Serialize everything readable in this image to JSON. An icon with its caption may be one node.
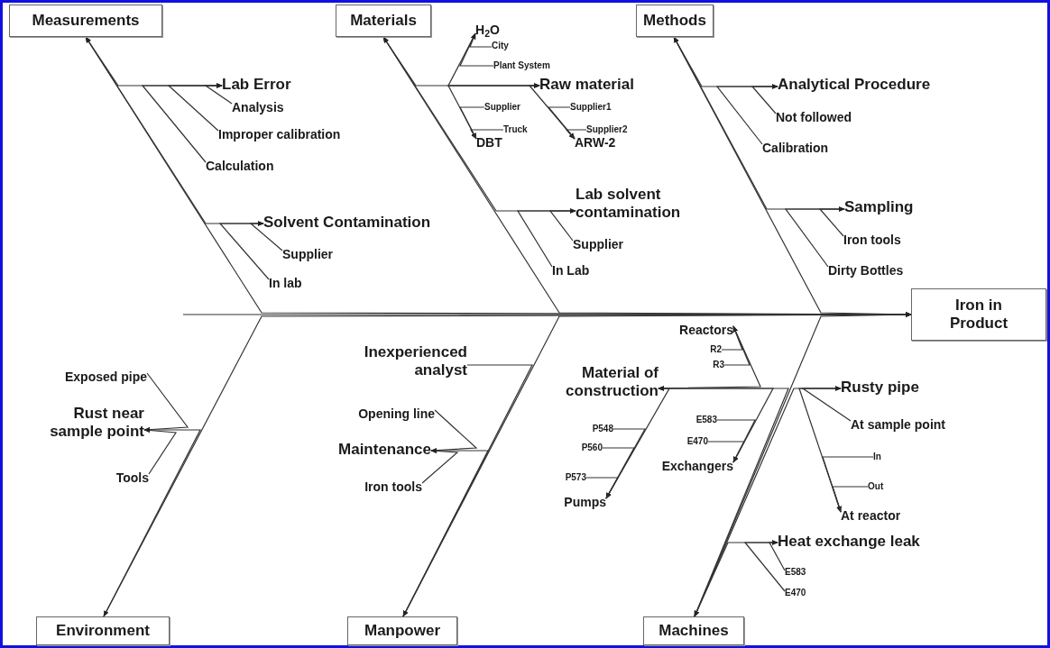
{
  "diagram": {
    "nodes": [
      {
        "text": [
          "Measurements"
        ]
      },
      {
        "text": [
          "Materials"
        ]
      },
      {
        "text": [
          "Methods"
        ]
      },
      {
        "text": [
          "Lab Error"
        ]
      },
      {
        "text": [
          "Analysis"
        ]
      },
      {
        "text": [
          "Improper calibration"
        ]
      },
      {
        "text": [
          "Calculation"
        ]
      },
      {
        "text": [
          "Solvent Contamination"
        ]
      },
      {
        "text": [
          "Supplier"
        ]
      },
      {
        "text": [
          "In lab"
        ]
      },
      {
        "text": [
          "H$_{2}$O"
        ]
      },
      {
        "text": [
          "City"
        ]
      },
      {
        "text": [
          "Plant System"
        ]
      },
      {
        "text": [
          "Raw material"
        ]
      },
      {
        "text": [
          "Supplier"
        ]
      },
      {
        "text": [
          "Supplier1"
        ]
      },
      {
        "text": [
          "Truck"
        ]
      },
      {
        "text": [
          "Supplier2"
        ]
      },
      {
        "text": [
          "DBT"
        ]
      },
      {
        "text": [
          "ARW-2"
        ]
      },
      {
        "text": [
          "Lab solvent contamination"
        ]
      },
      {
        "text": [
          "Supplier"
        ]
      },
      {
        "text": [
          "In Lab"
        ]
      },
      {
        "text": [
          "Analytical Procedure"
        ]
      },
      {
        "text": [
          "Not followed"
        ]
      },
      {
        "text": [
          "Calibration"
        ]
      },
      {
        "text": [
          "Sampling"
        ]
      },
      {
        "text": [
          "Iron tools"
        ]
      },
      {
        "text": [
          "Dirty Bottles"
        ]
      },
      {
        "text": [
          "Iron in Product"
        ]
      },
      {
        "text": [
          "Reactors"
        ]
      },
      {
        "text": [
          "R2"
        ]
      },
      {
        "text": [
          "R3"
        ]
      },
      {
        "text": [
          "Inexperienced analyst"
        ]
      },
      {
        "text": [
          "Material of construction"
        ]
      },
      {
        "text": [
          "Rusty pipe"
        ]
      },
      {
        "text": [
          "Exposed pipe"
        ]
      },
      {
        "text": [
          "Rust near sample point"
        ]
      },
      {
        "text": [
          "E583"
        ]
      },
      {
        "text": [
          "E470"
        ]
      },
      {
        "text": [
          "At sample point"
        ]
      },
      {
        "text": [
          "Opening line"
        ]
      },
      {
        "text": [
          "P548"
        ]
      },
      {
        "text": [
          "Maintenance"
        ]
      },
      {
        "text": [
          "In"
        ]
      },
      {
        "text": [
          "P560"
        ]
      },
      {
        "text": [
          "Exchangers"
        ]
      },
      {
        "text": [
          "Tools"
        ]
      },
      {
        "text": [
          "P573"
        ]
      },
      {
        "text": [
          "Out"
        ]
      },
      {
        "text": [
          "Iron tools"
        ]
      },
      {
        "text": [
          "At reactor"
        ]
      },
      {
        "text": [
          "Pumps"
        ]
      },
      {
        "text": [
          "Heat exchange leak"
        ]
      },
      {
        "text": [
          "E583"
        ]
      },
      {
        "text": [
          "E470"
        ]
      },
      {
        "text": [
          "Environment"
        ]
      },
      {
        "text": [
          "Manpower"
        ]
      },
      {
        "text": [
          "Machines"
        ]
      }
    ],
    "edges": [
      {
        "from": null,
        "to": 29,
        "arrow": "to"
      },
      {
        "from": 0,
        "to": 29,
        "arrow": "to"
      },
      {
        "from": 1,
        "to": 29,
        "arrow": "to"
      },
      {
        "from": 2,
        "to": 29,
        "arrow": "to"
      },
      {
        "from": 56,
        "to": 29,
        "arrow": "to"
      },
      {
        "from": 57,
        "to": 29,
        "arrow": "to"
      },
      {
        "from": 58,
        "to": 29,
        "arrow": "to"
      },
      {
        "from": 3,
        "to": 0,
        "arrow": "to"
      },
      {
        "from": 4,
        "to": 3,
        "arrow": "to"
      },
      {
        "from": 5,
        "to": 3,
        "arrow": "to"
      },
      {
        "from": 6,
        "to": 3,
        "arrow": "to"
      },
      {
        "from": 7,
        "to": 0,
        "arrow": "to"
      },
      {
        "from": 8,
        "to": 7,
        "arrow": "to"
      },
      {
        "from": 9,
        "to": 7,
        "arrow": "to"
      },
      {
        "from": 10,
        "to": 13,
        "arrow": "to"
      },
      {
        "from": 11,
        "to": 10,
        "arrow": "to"
      },
      {
        "from": 12,
        "to": 10,
        "arrow": "to"
      },
      {
        "from": 13,
        "to": 1,
        "arrow": "to"
      },
      {
        "from": 14,
        "to": 18,
        "arrow": "to"
      },
      {
        "from": 15,
        "to": 19,
        "arrow": "to"
      },
      {
        "from": 16,
        "to": 18,
        "arrow": "to"
      },
      {
        "from": 17,
        "to": 19,
        "arrow": "to"
      },
      {
        "from": 18,
        "to": 13,
        "arrow": "to"
      },
      {
        "from": 19,
        "to": 13,
        "arrow": "to"
      },
      {
        "from": 20,
        "to": 1,
        "arrow": "to"
      },
      {
        "from": 21,
        "to": 20,
        "arrow": "to"
      },
      {
        "from": 22,
        "to": 20,
        "arrow": "to"
      },
      {
        "from": 23,
        "to": 2,
        "arrow": "to"
      },
      {
        "from": 24,
        "to": 23,
        "arrow": "to"
      },
      {
        "from": 25,
        "to": 23,
        "arrow": "to"
      },
      {
        "from": 26,
        "to": 2,
        "arrow": "to"
      },
      {
        "from": 27,
        "to": 26,
        "arrow": "to"
      },
      {
        "from": 28,
        "to": 26,
        "arrow": "to"
      },
      {
        "from": 30,
        "to": 34,
        "arrow": "to"
      },
      {
        "from": 31,
        "to": 30,
        "arrow": "to"
      },
      {
        "from": 32,
        "to": 30,
        "arrow": "to"
      },
      {
        "from": 33,
        "to": 57,
        "arrow": "to"
      },
      {
        "from": 34,
        "to": 58,
        "arrow": "to"
      },
      {
        "from": 35,
        "to": 58,
        "arrow": "to"
      },
      {
        "from": 36,
        "to": 37,
        "arrow": "to"
      },
      {
        "from": 37,
        "to": 56,
        "arrow": "to"
      },
      {
        "from": 38,
        "to": 46,
        "arrow": "to"
      },
      {
        "from": 39,
        "to": 46,
        "arrow": "to"
      },
      {
        "from": 40,
        "to": 35,
        "arrow": "to"
      },
      {
        "from": 41,
        "to": 43,
        "arrow": "to"
      },
      {
        "from": 42,
        "to": 52,
        "arrow": "to"
      },
      {
        "from": 43,
        "to": 57,
        "arrow": "to"
      },
      {
        "from": 44,
        "to": 51,
        "arrow": "to"
      },
      {
        "from": 45,
        "to": 52,
        "arrow": "to"
      },
      {
        "from": 46,
        "to": 34,
        "arrow": "to"
      },
      {
        "from": 47,
        "to": 37,
        "arrow": "to"
      },
      {
        "from": 48,
        "to": 52,
        "arrow": "to"
      },
      {
        "from": 49,
        "to": 51,
        "arrow": "to"
      },
      {
        "from": 50,
        "to": 43,
        "arrow": "to"
      },
      {
        "from": 51,
        "to": 35,
        "arrow": "to"
      },
      {
        "from": 52,
        "to": 34,
        "arrow": "to"
      },
      {
        "from": 53,
        "to": 58,
        "arrow": "to"
      },
      {
        "from": 54,
        "to": 53,
        "arrow": "to"
      },
      {
        "from": 55,
        "to": 53,
        "arrow": "to"
      }
    ]
  }
}
